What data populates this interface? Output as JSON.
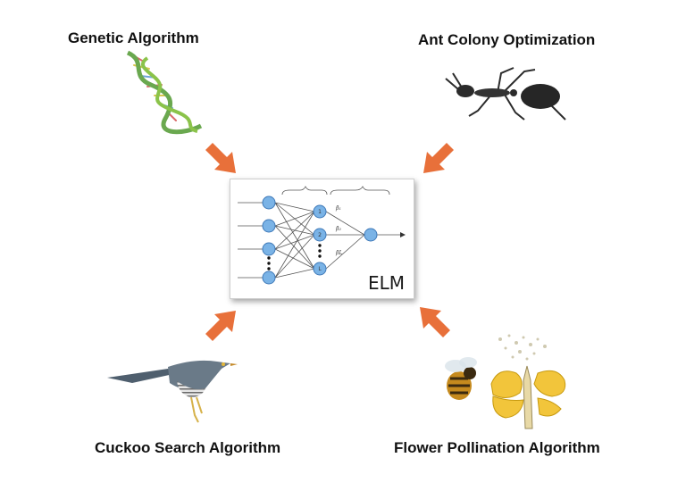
{
  "labels": {
    "genetic": "Genetic Algorithm",
    "ant": "Ant Colony Optimization",
    "cuckoo": "Cuckoo Search Algorithm",
    "flower": "Flower Pollination Algorithm"
  },
  "center": {
    "title": "ELM",
    "hidden_nodes": [
      "1",
      "2",
      "L"
    ],
    "weights": [
      "β₁",
      "β₂",
      "βL"
    ]
  },
  "icons": {
    "genetic": "dna-helix-icon",
    "ant": "ant-icon",
    "cuckoo": "cuckoo-bird-icon",
    "flower": "bee-flower-icon"
  },
  "colors": {
    "arrow": "#e8703a",
    "node": "#7ab3e6",
    "node_stroke": "#3f79b8",
    "dna_green": "#6aa84f"
  }
}
